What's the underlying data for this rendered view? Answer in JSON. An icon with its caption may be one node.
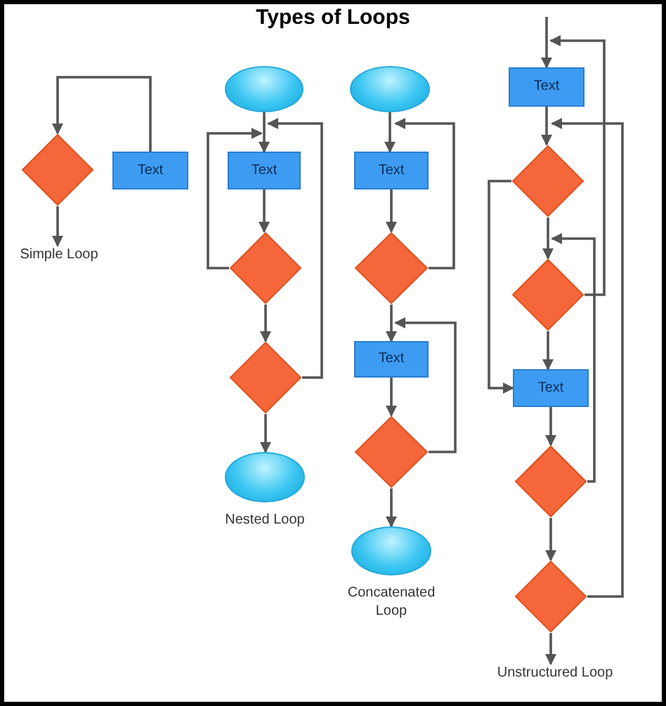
{
  "diagram": {
    "title": "Types of Loops",
    "nodes": [
      {
        "text": [],
        "shape": "diamond"
      },
      {
        "text": [
          "Text"
        ]
      },
      {
        "text": [
          "Simple Loop"
        ]
      },
      {
        "text": [],
        "shape": "ellipse"
      },
      {
        "text": [
          "Text"
        ]
      },
      {
        "text": [],
        "shape": "diamond"
      },
      {
        "text": [],
        "shape": "diamond"
      },
      {
        "text": [],
        "shape": "ellipse",
        "beside": [
          "Nested Loop"
        ]
      },
      {
        "text": [],
        "shape": "ellipse"
      },
      {
        "text": [
          "Text"
        ]
      },
      {
        "text": [],
        "shape": "diamond"
      },
      {
        "text": [
          "Text"
        ]
      },
      {
        "text": [],
        "shape": "diamond"
      },
      {
        "text": [],
        "shape": "ellipse",
        "beside": [
          "Concatenated Loop"
        ]
      },
      {
        "text": [
          "Text"
        ]
      },
      {
        "text": [],
        "shape": "diamond"
      },
      {
        "text": [],
        "shape": "diamond"
      },
      {
        "text": [
          "Text"
        ]
      },
      {
        "text": [],
        "shape": "diamond"
      },
      {
        "text": [],
        "shape": "diamond"
      },
      {
        "text": [
          "Unstructured Loop"
        ]
      }
    ],
    "edges": [
      {
        "from": 1,
        "to": 0,
        "arrow": "to"
      },
      {
        "from": 0,
        "to": 2,
        "arrow": "to"
      },
      {
        "from": 3,
        "to": 4,
        "arrow": "to"
      },
      {
        "from": 4,
        "to": 5,
        "arrow": "to"
      },
      {
        "from": 5,
        "to": 4,
        "arrow": "to"
      },
      {
        "from": 6,
        "to": 4,
        "arrow": "to"
      },
      {
        "from": 5,
        "to": 6,
        "arrow": "to"
      },
      {
        "from": 6,
        "to": 7,
        "arrow": "to"
      },
      {
        "from": 8,
        "to": 9,
        "arrow": "to"
      },
      {
        "from": 9,
        "to": 10,
        "arrow": "to"
      },
      {
        "from": 10,
        "to": 9,
        "arrow": "to"
      },
      {
        "from": 10,
        "to": 11,
        "arrow": "to"
      },
      {
        "from": 11,
        "to": 12,
        "arrow": "to"
      },
      {
        "from": 12,
        "to": 11,
        "arrow": "to"
      },
      {
        "from": 12,
        "to": 13,
        "arrow": "to"
      },
      {
        "from": null,
        "to": 14,
        "arrow": "to"
      },
      {
        "from": 14,
        "to": 15,
        "arrow": "to"
      },
      {
        "from": 15,
        "to": 16,
        "arrow": "to"
      },
      {
        "from": 15,
        "to": 17,
        "arrow": "to"
      },
      {
        "from": 16,
        "to": 14,
        "arrow": "to"
      },
      {
        "from": 16,
        "to": 17,
        "arrow": "to"
      },
      {
        "from": 17,
        "to": 18,
        "arrow": "to"
      },
      {
        "from": 18,
        "to": 16,
        "arrow": "to"
      },
      {
        "from": 18,
        "to": 19,
        "arrow": "to"
      },
      {
        "from": 19,
        "to": 15,
        "arrow": "to"
      },
      {
        "from": 19,
        "to": 20,
        "arrow": "to"
      }
    ]
  }
}
